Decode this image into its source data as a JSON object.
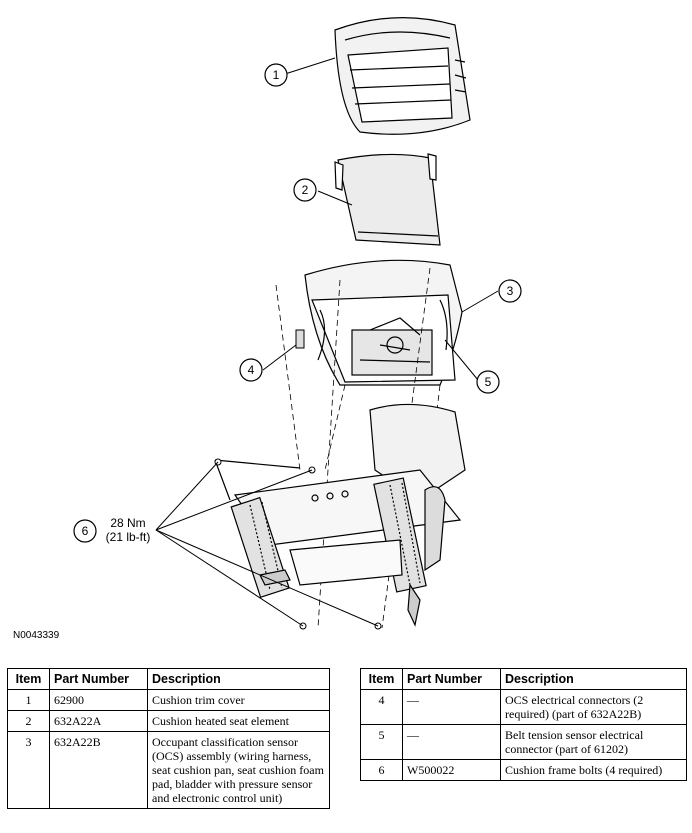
{
  "diagram": {
    "callouts": [
      "1",
      "2",
      "3",
      "4",
      "5",
      "6"
    ],
    "torque_value": "28 Nm",
    "torque_alt": "(21 lb-ft)",
    "reference_code": "N0043339"
  },
  "table_headers": {
    "item": "Item",
    "part_number": "Part Number",
    "description": "Description"
  },
  "table_left": [
    {
      "item": "1",
      "part_number": "62900",
      "description": "Cushion trim cover"
    },
    {
      "item": "2",
      "part_number": "632A22A",
      "description": "Cushion heated seat element"
    },
    {
      "item": "3",
      "part_number": "632A22B",
      "description": "Occupant classification sensor (OCS) assembly (wiring harness, seat cushion pan, seat cushion foam pad, bladder with pressure sensor and electronic control unit)"
    }
  ],
  "table_right": [
    {
      "item": "4",
      "part_number": "—",
      "description": "OCS electrical connectors (2 required) (part of 632A22B)"
    },
    {
      "item": "5",
      "part_number": "—",
      "description": "Belt tension sensor electrical connector (part of 61202)"
    },
    {
      "item": "6",
      "part_number": "W500022",
      "description": "Cushion frame bolts (4 required)"
    }
  ]
}
